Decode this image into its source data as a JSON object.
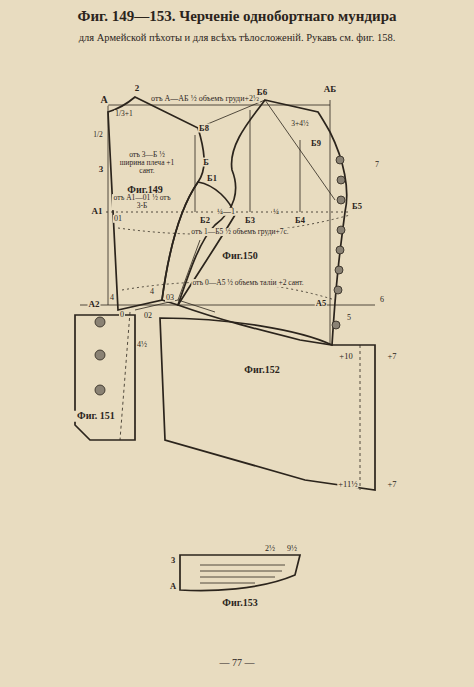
{
  "diagram": {
    "title": "Фиг. 149—153. Черченіе однобортнаго мундира",
    "labels": [
      "для Армейской пѣхоты и для всѣхъ тѣлосложеній.  Рукавъ см. фиг. 158.",
      "A",
      "2",
      "1/3+1",
      "отъ A—AБ ½ объемъ груди+2½",
      "Б6",
      "AБ",
      "Б8",
      "Б9",
      "3+4½",
      "1/2",
      "3",
      "отъ 3—Б ½ ширина плеча +1 сант.",
      "Фиг.149",
      "Б",
      "Б1",
      "отъ A1—01 ½ отъ 3-Б",
      "A1",
      "01",
      "Б2",
      "¼—1",
      "Б3",
      "¼",
      "Б4",
      "Б5",
      "отъ 1—Б5 ½ объемъ груди+7с.",
      "Фиг.150",
      "отъ 0—A5 ½ объемъ таліи +2 сант.",
      "A2",
      "4",
      "0",
      "4",
      "02",
      "03",
      "A5",
      "5",
      "6",
      "7",
      "+10",
      "+7",
      "Фиг.152",
      "Фиг. 151",
      "+11½",
      "+7",
      "2½",
      "9½",
      "3",
      "A",
      "Фиг.153",
      "— 77 —",
      "4½"
    ]
  }
}
